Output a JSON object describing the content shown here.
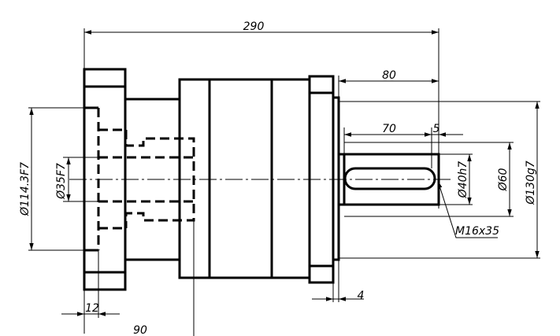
{
  "dimensions": {
    "overall_length": "290",
    "shaft_length": "80",
    "key_length": "70",
    "key_offset": "5",
    "flange_thickness": "12",
    "input_depth": "90",
    "shoulder_gap": "4",
    "pilot_diameter": "Ø114.3F7",
    "input_bore": "Ø35F7",
    "shaft_diameter": "Ø40h7",
    "shoulder_diameter": "Ø60",
    "output_pilot": "Ø130g7",
    "thread_callout": "M16x35"
  }
}
